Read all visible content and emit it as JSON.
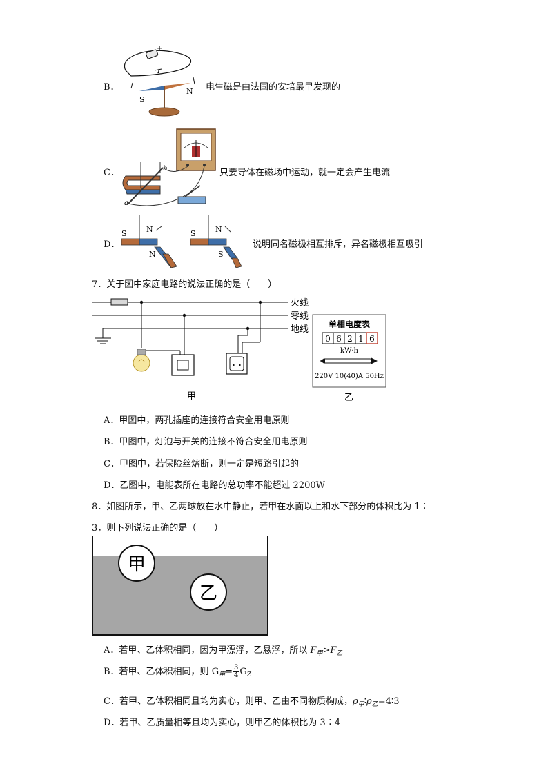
{
  "q6": {
    "B": {
      "letter": "B．",
      "text": "电生磁是由法国的安培最早发现的",
      "fig": {
        "plus": "+",
        "minus": "-",
        "current": "I",
        "s": "S",
        "n": "N"
      }
    },
    "C": {
      "letter": "C．",
      "text": "只要导体在磁场中运动，就一定会产生电流",
      "fig": {
        "a": "a",
        "b": "b"
      }
    },
    "D": {
      "letter": "D．",
      "text": "说明同名磁极相互排斥，异名磁极相互吸引",
      "fig": {
        "s1": "S",
        "n1": "N",
        "n2": "N",
        "s2": "S",
        "n3": "N",
        "s3": "S"
      }
    }
  },
  "q7": {
    "stem": "7．关于图中家庭电路的说法正确的是（　　）",
    "fig": {
      "live": "火线",
      "neutral": "零线",
      "ground": "地线",
      "label_jia": "甲",
      "label_yi": "乙",
      "meter_title": "单相电度表",
      "digits": [
        "0",
        "6",
        "2",
        "1",
        "6"
      ],
      "unit": "kW·h",
      "rating": "220V 10(40)A 50Hz"
    },
    "options": [
      "A．甲图中，两孔插座的连接符合安全用电原则",
      "B．甲图中，灯泡与开关的连接不符合安全用电原则",
      "C．甲图中，若保险丝熔断，则一定是短路引起的",
      "D．乙图中，电能表所在电路的总功率不能超过 2200W"
    ]
  },
  "q8": {
    "stem_line1": "8．如图所示，甲、乙两球放在水中静止，若甲在水面以上和水下部分的体积比为 1∶",
    "stem_line2": "3，则下列说法正确的是（　　）",
    "fig": {
      "ball_jia": "甲",
      "ball_yi": "乙"
    },
    "optA": {
      "text": "A．若甲、乙体积相同，因为甲漂浮，乙悬浮，所以 ",
      "f": "F",
      "sub_jia": "甲",
      "gt": ">",
      "sub_yi": "乙"
    },
    "optB": {
      "text": "B．若甲、乙体积相同，则 ",
      "g": "G",
      "sub_jia": "甲",
      "eq": "=",
      "num": "3",
      "den": "4",
      "sub_yi": "Z"
    },
    "optC": {
      "text": "C．若甲、乙体积相同且均为实心，则甲、乙由不同物质构成，",
      "rho": "ρ",
      "sub_jia": "甲",
      "colon": "∶",
      "sub_yi": "乙",
      "ratio": "=4∶3"
    },
    "optD": "D．若甲、乙质量相等且均为实心，则甲乙的体积比为 3∶4"
  }
}
